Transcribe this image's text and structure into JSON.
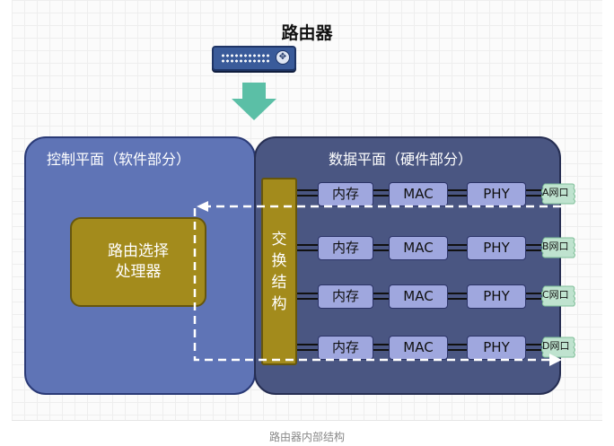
{
  "router": {
    "title": "路由器"
  },
  "control_plane": {
    "title": "控制平面（软件部分）",
    "processor_line1": "路由选择",
    "processor_line2": "处理器"
  },
  "data_plane": {
    "title": "数据平面（硬件部分）",
    "switch_fabric": [
      "交",
      "换",
      "结",
      "构"
    ],
    "rows": [
      {
        "memory": "内存",
        "mac": "MAC",
        "phy": "PHY",
        "port": "A网口"
      },
      {
        "memory": "内存",
        "mac": "MAC",
        "phy": "PHY",
        "port": "B网口"
      },
      {
        "memory": "内存",
        "mac": "MAC",
        "phy": "PHY",
        "port": "C网口"
      },
      {
        "memory": "内存",
        "mac": "MAC",
        "phy": "PHY",
        "port": "D网口"
      }
    ]
  },
  "caption": "路由器内部结构",
  "colors": {
    "control_plane": "#5f74b6",
    "data_plane": "#4a5682",
    "processor": "#a38b1c",
    "module": "#9fa7de",
    "arrow": "#5bbfa6",
    "port_cloud": "#bfe3cf"
  }
}
